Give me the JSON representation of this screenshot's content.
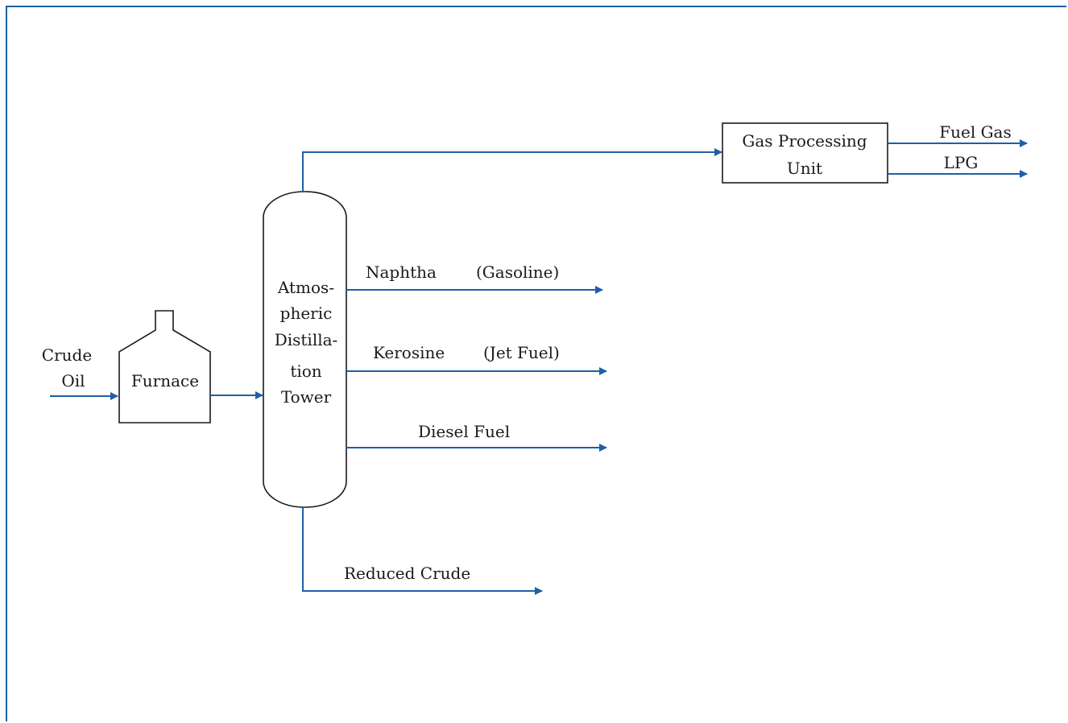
{
  "colors": {
    "flow": "#1f5fa6",
    "outline": "#1a1a1a",
    "background": "#ffffff"
  },
  "labels": {
    "crude_line1": "Crude",
    "crude_line2": "Oil",
    "furnace": "Furnace",
    "tower_line1": "Atmos-",
    "tower_line2": "pheric",
    "tower_line3": "Distilla-",
    "tower_line4": "tion",
    "tower_line5": "Tower",
    "gpu_line1": "Gas Processing",
    "gpu_line2": "Unit",
    "fuel_gas": "Fuel Gas",
    "lpg": "LPG",
    "naphtha": "Naphtha",
    "gasoline": "(Gasoline)",
    "kerosine": "Kerosine",
    "jet_fuel": "(Jet Fuel)",
    "diesel": "Diesel Fuel",
    "reduced_crude": "Reduced Crude"
  }
}
